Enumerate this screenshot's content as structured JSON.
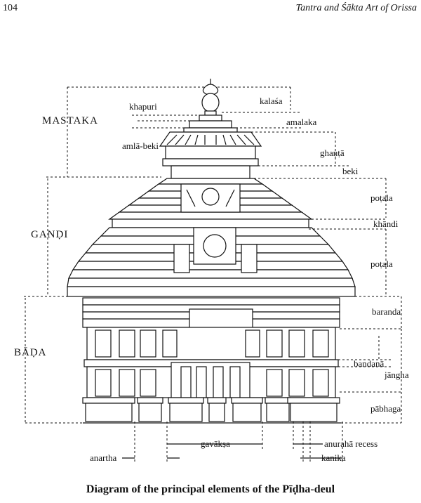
{
  "header": {
    "page_number": "104",
    "running_title": "Tantra and Śākta Art of Orissa"
  },
  "labels": {
    "mastaka": "MASTAKA",
    "gandi": "GANḌI",
    "bada": "BĀḌA",
    "khapuri": "khapuri",
    "kalasa": "kalaśa",
    "amalaka": "amalaka",
    "amla_beki": "amlā-beki",
    "ghanta": "ghaṇṭā",
    "beki": "beki",
    "potala_upper": "poṭala",
    "khandi": "khāndi",
    "potala_lower": "poṭala",
    "baranda": "baranda",
    "bandana": "bandanā",
    "jangha": "jāngha",
    "pabhaga": "pābhaga",
    "gavaksa": "gavākṣa",
    "anartha": "anartha",
    "anuraha_recess": "anurahā recess",
    "kanika": "kanika"
  },
  "caption": "Diagram of the principal elements of the Pīḍha-deul"
}
